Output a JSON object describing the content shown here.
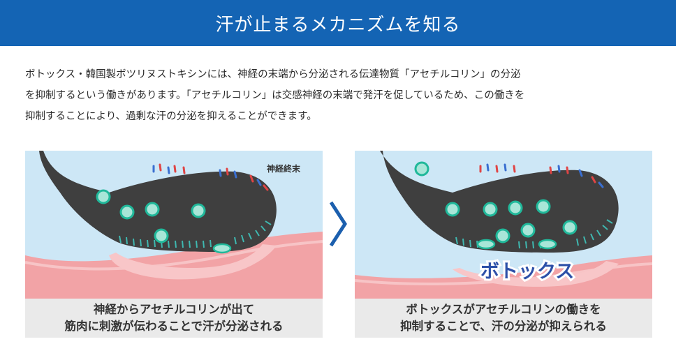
{
  "header": {
    "title": "汗が止まるメカニズムを知る"
  },
  "intro": {
    "lines": [
      "ボトックス・韓国製ボツリヌストキシンには、神経の末端から分泌される伝達物質「アセチルコリン」の分泌",
      "を抑制するという働きがあります。「アセチルコリン」は交感神経の末端で発汗を促しているため、この働きを",
      "抑制することにより、過剰な汗の分泌を抑えることができます。"
    ]
  },
  "left_panel": {
    "nerve_label": "神経終末",
    "caption_lines": [
      "神経からアセチルコリンが出て",
      "筋肉に刺激が伝わることで汗が分泌される"
    ]
  },
  "right_panel": {
    "botox_label": "ボトックス",
    "caption_lines": [
      "ボトックスがアセチルコリンの働きを",
      "抑制することで、汗の分泌が抑えられる"
    ]
  },
  "colors": {
    "banner": "#1464b4",
    "sky": "#cde7f6",
    "tissue": "#f2a3a6",
    "nerve": "#3f3f3f",
    "vesicle": "#20b89a",
    "arrow": "#1b5fae"
  }
}
